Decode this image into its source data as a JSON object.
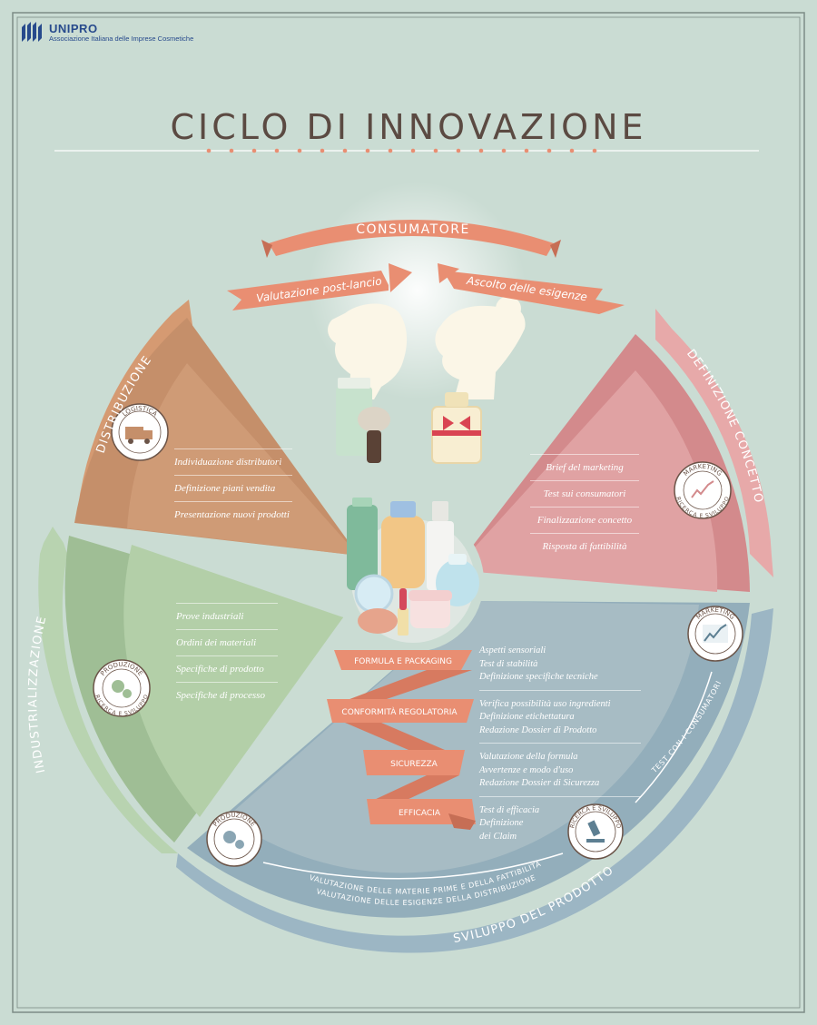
{
  "header": {
    "brand": "UNIPRO",
    "subtitle": "Associazione Italiana delle Imprese Cosmetiche"
  },
  "title": "CICLO DI INNOVAZIONE",
  "consumer": {
    "label": "CONSUMATORE",
    "left_ribbon": "Valutazione post-lancio",
    "right_ribbon": "Ascolto delle esigenze"
  },
  "phases": {
    "distribuzione": {
      "label": "DISTRIBUZIONE",
      "badge": "LOGISTICA",
      "items": [
        "Individuazione distributori",
        "Definizione piani vendita",
        "Presentazione nuovi prodotti"
      ]
    },
    "definizione": {
      "label": "DEFINIZIONE CONCETTO",
      "badge_top": "MARKETING",
      "badge_bottom": "RICERCA E SVILUPPO",
      "items": [
        "Brief del marketing",
        "Test sui consumatori",
        "Finalizzazione concetto",
        "Risposta di fattibilità"
      ]
    },
    "industrializzazione": {
      "label": "INDUSTRIALIZZAZIONE",
      "badge_top": "PRODUZIONE",
      "badge_bottom": "RICERCA E SVILUPPO",
      "items": [
        "Prove industriali",
        "Ordini  dei materiali",
        "Specifiche di prodotto",
        "Specifiche di processo"
      ]
    },
    "sviluppo": {
      "label": "SVILUPPO DEL PRODOTTO",
      "ribbons": [
        "FORMULA E PACKAGING",
        "CONFORMITÀ REGOLATORIA",
        "SICUREZZA",
        "EFFICACIA"
      ],
      "groups": [
        [
          "Aspetti sensoriali",
          "Test di stabilità",
          "Definizione specifiche tecniche"
        ],
        [
          "Verifica possibilità uso ingredienti",
          "Definizione etichettatura",
          "Redazione Dossier di Prodotto"
        ],
        [
          "Valutazione della formula",
          "Avvertenze e modo d'uso",
          "Redazione Dossier di Sicurezza"
        ],
        [
          "Test di efficacia",
          "Definizione",
          "dei Claim"
        ]
      ],
      "badges": {
        "marketing": "MARKETING",
        "rd": "RICERCA E SVILUPPO",
        "produzione": "PRODUZIONE"
      },
      "arc_labels": {
        "consumer_test": "TEST CON I CONSUMATORI",
        "materials": "VALUTAZIONE DELLE MATERIE PRIME E DELLA FATTIBILITÀ",
        "distribution": "VALUTAZIONE DELLE ESIGENZE DELLA DISTRIBUZIONE"
      }
    }
  },
  "colors": {
    "background": "#cadcd3",
    "distribuzione": "#c58f6a",
    "definizione": "#dc9a9a",
    "industrializzazione": "#a9c79d",
    "sviluppo": "#a7bcc4",
    "ribbon": "#e98e72",
    "title": "#5b4a42"
  },
  "icons": [
    "logistica-truck-icon",
    "marketing-chart-icon",
    "microscope-icon",
    "gears-icon",
    "bottle-icon",
    "perfume-icon",
    "shaving-brush-icon",
    "lipstick-icon",
    "compact-icon"
  ]
}
